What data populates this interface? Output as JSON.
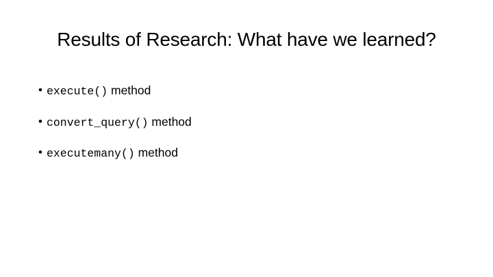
{
  "slide": {
    "title": "Results of Research: What have we learned?",
    "bullets": [
      {
        "code": "execute()",
        "text": " method"
      },
      {
        "code": "convert_query()",
        "text": " method"
      },
      {
        "code": "executemany()",
        "text": " method"
      }
    ],
    "bullet_glyph": "•"
  }
}
